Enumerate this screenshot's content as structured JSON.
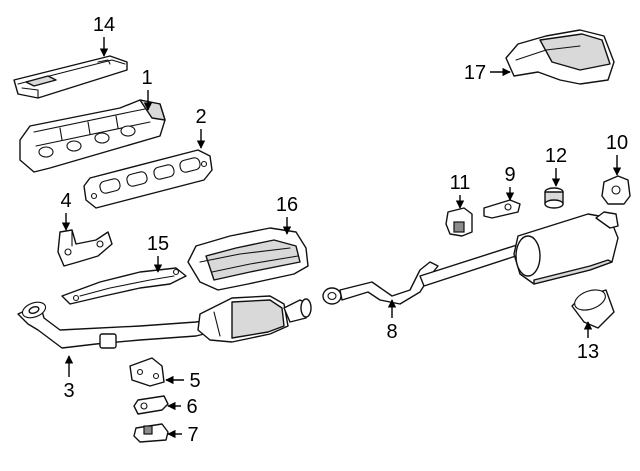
{
  "callouts": {
    "c1": "1",
    "c2": "2",
    "c3": "3",
    "c4": "4",
    "c5": "5",
    "c6": "6",
    "c7": "7",
    "c8": "8",
    "c9": "9",
    "c10": "10",
    "c11": "11",
    "c12": "12",
    "c13": "13",
    "c14": "14",
    "c15": "15",
    "c16": "16",
    "c17": "17"
  },
  "colors": {
    "line": "#111111",
    "shade": "#d9d9d9",
    "background": "#ffffff"
  }
}
